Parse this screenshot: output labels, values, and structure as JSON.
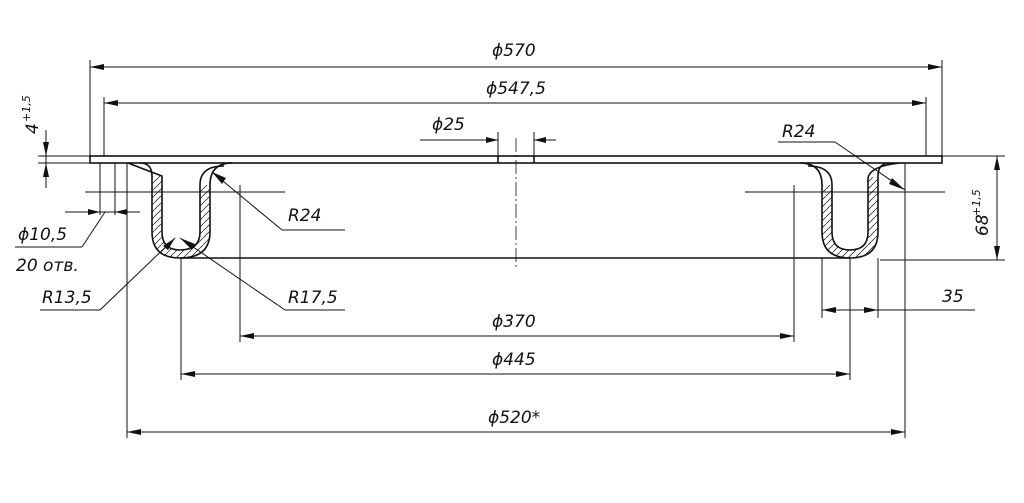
{
  "drawing": {
    "labels": {
      "d570": "ϕ570",
      "d547": "ϕ547,5",
      "d25": "ϕ25",
      "r24_right": "R24",
      "r24_left": "R24",
      "d10": "ϕ10,5",
      "holes": "20 отв.",
      "r13": "R13,5",
      "r17": "R17,5",
      "d370": "ϕ370",
      "d445": "ϕ445",
      "d520": "ϕ520*",
      "h68": "68",
      "h68_tol": "+1,5",
      "t4": "4",
      "t4_tol": "+1,5",
      "w35": "35"
    }
  }
}
